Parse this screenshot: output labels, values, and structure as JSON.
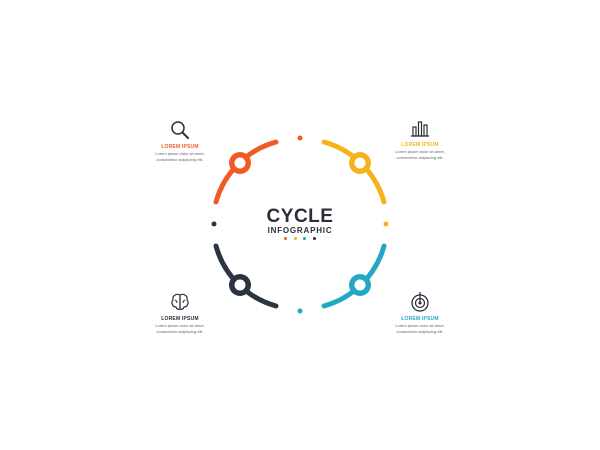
{
  "center": {
    "title": "CYCLE",
    "subtitle": "INFOGRAPHIC",
    "dots": [
      "#f15a24",
      "#f7b21b",
      "#22a9c1",
      "#2b2f3a"
    ]
  },
  "segments": [
    {
      "name": "orange",
      "color": "#f15a24"
    },
    {
      "name": "yellow",
      "color": "#f7b21b"
    },
    {
      "name": "teal",
      "color": "#22a9c1"
    },
    {
      "name": "navy",
      "color": "#2b3443"
    }
  ],
  "blocks": [
    {
      "id": "tl",
      "icon": "magnifier-icon",
      "color": "#f15a24",
      "title": "LOREM IPSUM",
      "desc_line1": "Lorem ipsum dolor sit amet,",
      "desc_line2": "consectetur adipiscing elit."
    },
    {
      "id": "tr",
      "icon": "bar-chart-icon",
      "color": "#f7b21b",
      "title": "LOREM IPSUM",
      "desc_line1": "Lorem ipsum dolor sit amet,",
      "desc_line2": "consectetur adipiscing elit."
    },
    {
      "id": "bl",
      "icon": "brain-icon",
      "color": "#2b2f3a",
      "title": "LOREM IPSUM",
      "desc_line1": "Lorem ipsum dolor sit amet,",
      "desc_line2": "consectetur adipiscing elit."
    },
    {
      "id": "br",
      "icon": "target-icon",
      "color": "#22a9c1",
      "title": "LOREM IPSUM",
      "desc_line1": "Lorem ipsum dolor sit amet,",
      "desc_line2": "consectetur adipiscing elit."
    }
  ],
  "stock_id": "1086996415"
}
